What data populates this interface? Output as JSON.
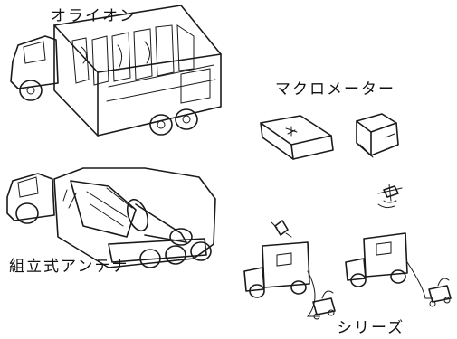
{
  "labels": {
    "orion": "オライオン",
    "macrometer": "マクロメーター",
    "assembled_antenna": "組立式アンテナ",
    "series": "シリーズ"
  }
}
